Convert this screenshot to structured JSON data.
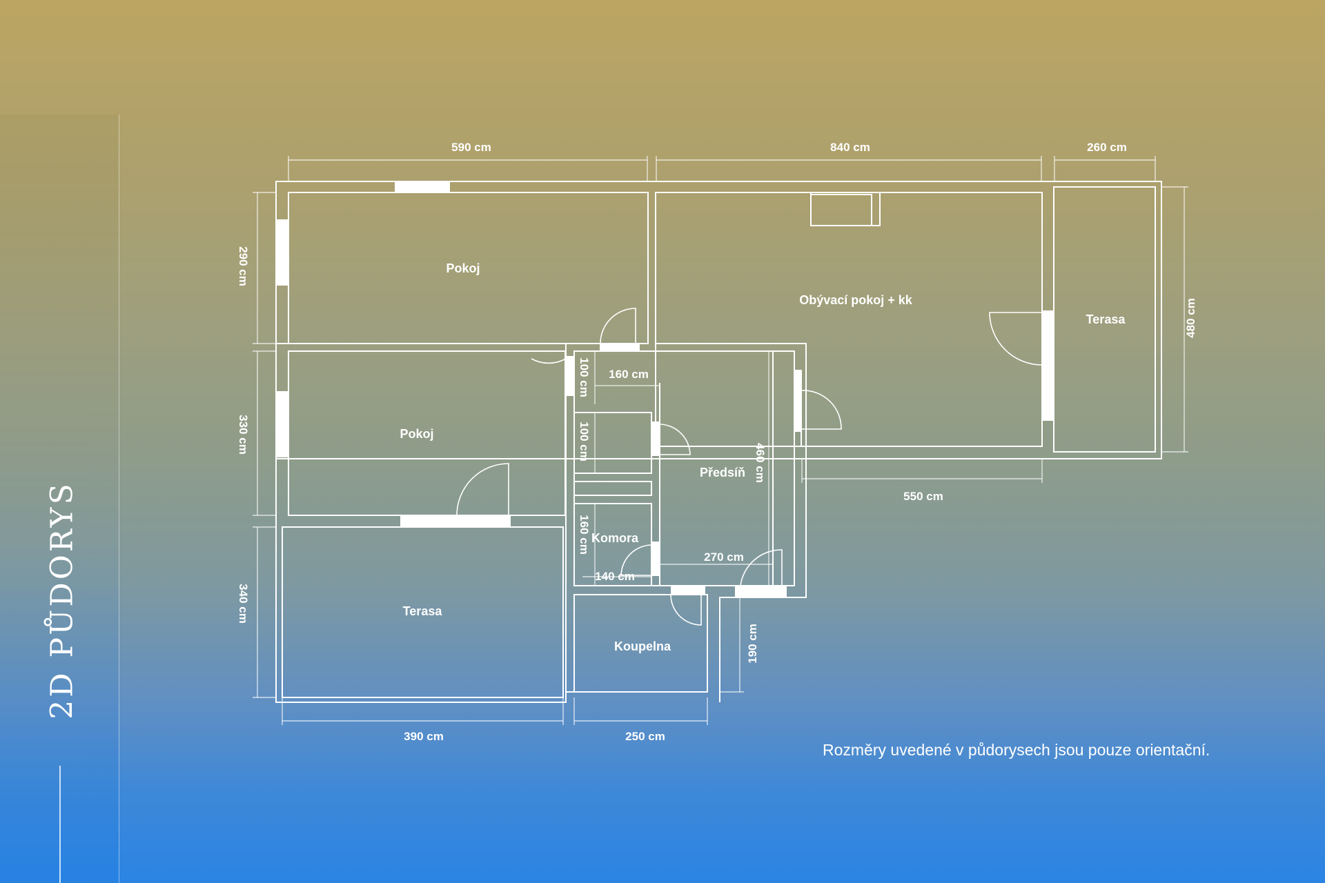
{
  "page": {
    "title": "2D PŮDORYS",
    "disclaimer": "Rozměry uvedené v půdorysech jsou pouze orientační."
  },
  "rooms": {
    "pokoj_top": "Pokoj",
    "pokoj_mid": "Pokoj",
    "living": "Obývací pokoj + kk",
    "terasa_right": "Terasa",
    "terasa_bottom": "Terasa",
    "predsin": "Předsíň",
    "komora": "Komora",
    "koupelna": "Koupelna"
  },
  "dimensions": {
    "top_left": "590 cm",
    "top_mid": "840 cm",
    "top_right": "260 cm",
    "left_top": "290 cm",
    "left_mid": "330 cm",
    "left_bottom": "340 cm",
    "right_side": "480 cm",
    "bottom_right": "550 cm",
    "bottom_left": "390 cm",
    "bottom_mid": "250 cm",
    "inner_100_a": "100 cm",
    "inner_160_h": "160 cm",
    "inner_100_b": "100 cm",
    "inner_160_v": "160 cm",
    "inner_140": "140 cm",
    "inner_270": "270 cm",
    "inner_460": "460 cm",
    "inner_190": "190 cm"
  },
  "colors": {
    "background_top": "#bca562",
    "background_bottom": "#2b84e4",
    "lines": "#ffffff"
  }
}
